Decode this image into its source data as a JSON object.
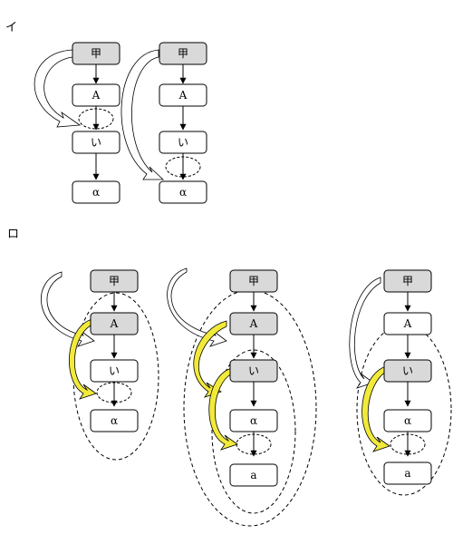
{
  "sections": {
    "i": "イ",
    "ro": "ロ"
  },
  "labels": {
    "kou": "甲",
    "A": "A",
    "i": "い",
    "alpha": "α",
    "a": "a"
  },
  "colors": {
    "gray_fill": "#d9d9d9",
    "yellow_arrow": "#f2ea3a",
    "white": "#ffffff",
    "stroke": "#000000"
  }
}
